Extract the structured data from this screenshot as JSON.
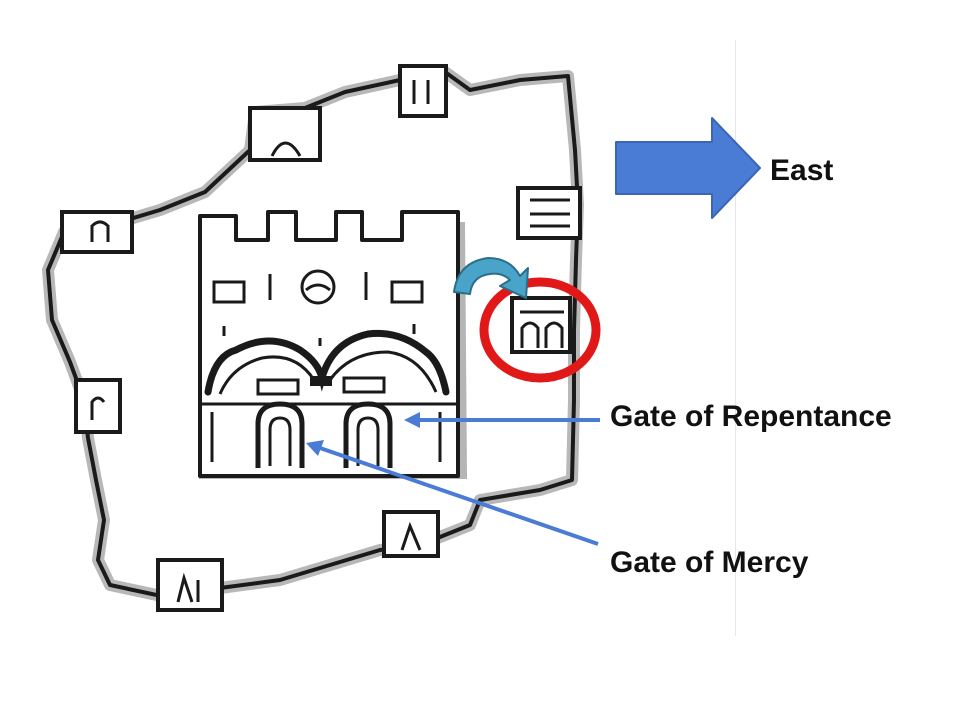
{
  "labels": {
    "east": "East",
    "gate_of_repentance": "Gate of Repentance",
    "gate_of_mercy": "Gate of Mercy"
  },
  "colors": {
    "arrow_blue": "#4a7cd6",
    "curved_arrow": "#4aa3c8",
    "highlight_circle": "#e01818",
    "ink": "#1a1a1a",
    "wall_shadow": "#9a9a9a"
  },
  "icons": [
    "east-arrow-icon",
    "curved-arrow-icon",
    "highlight-circle"
  ]
}
